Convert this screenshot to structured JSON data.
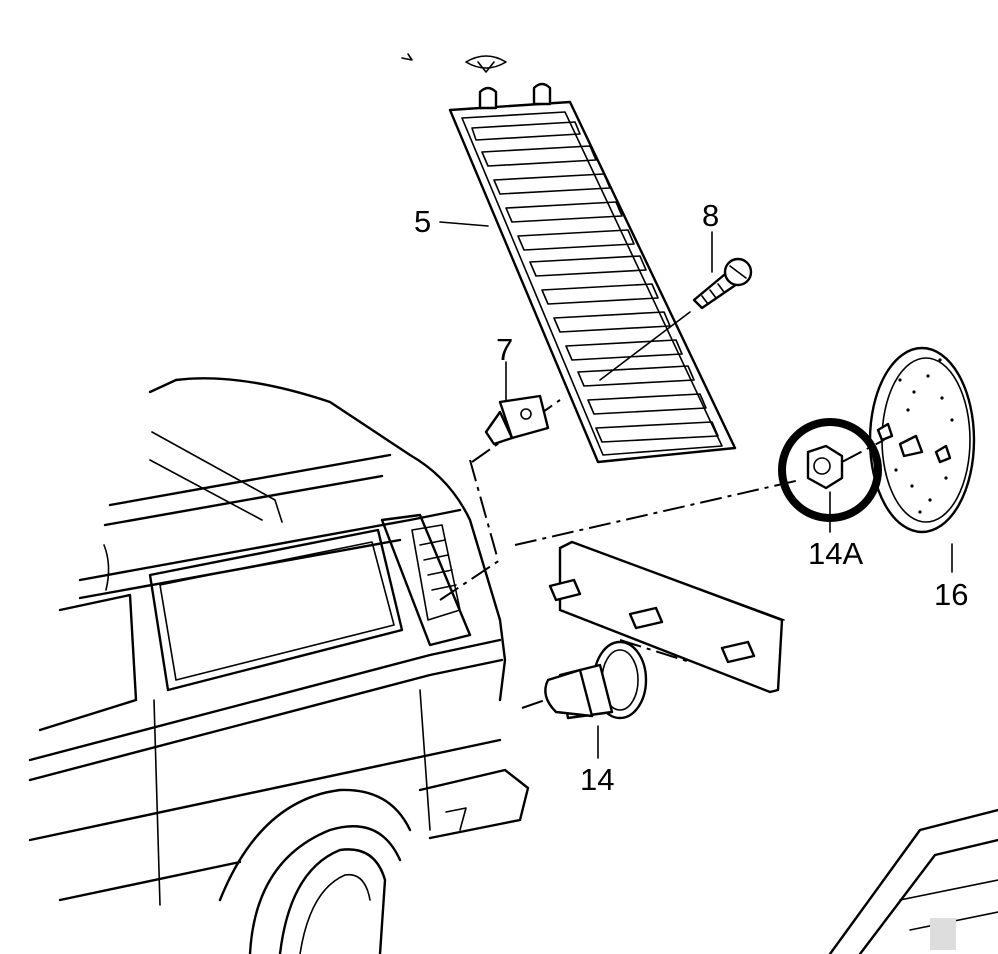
{
  "labels": {
    "grille": "5",
    "clip": "7",
    "screw": "8",
    "nut": "14A",
    "lamp_bulb": "14",
    "lens": "16"
  },
  "highlight": {
    "target": "14A",
    "shape": "circle"
  }
}
